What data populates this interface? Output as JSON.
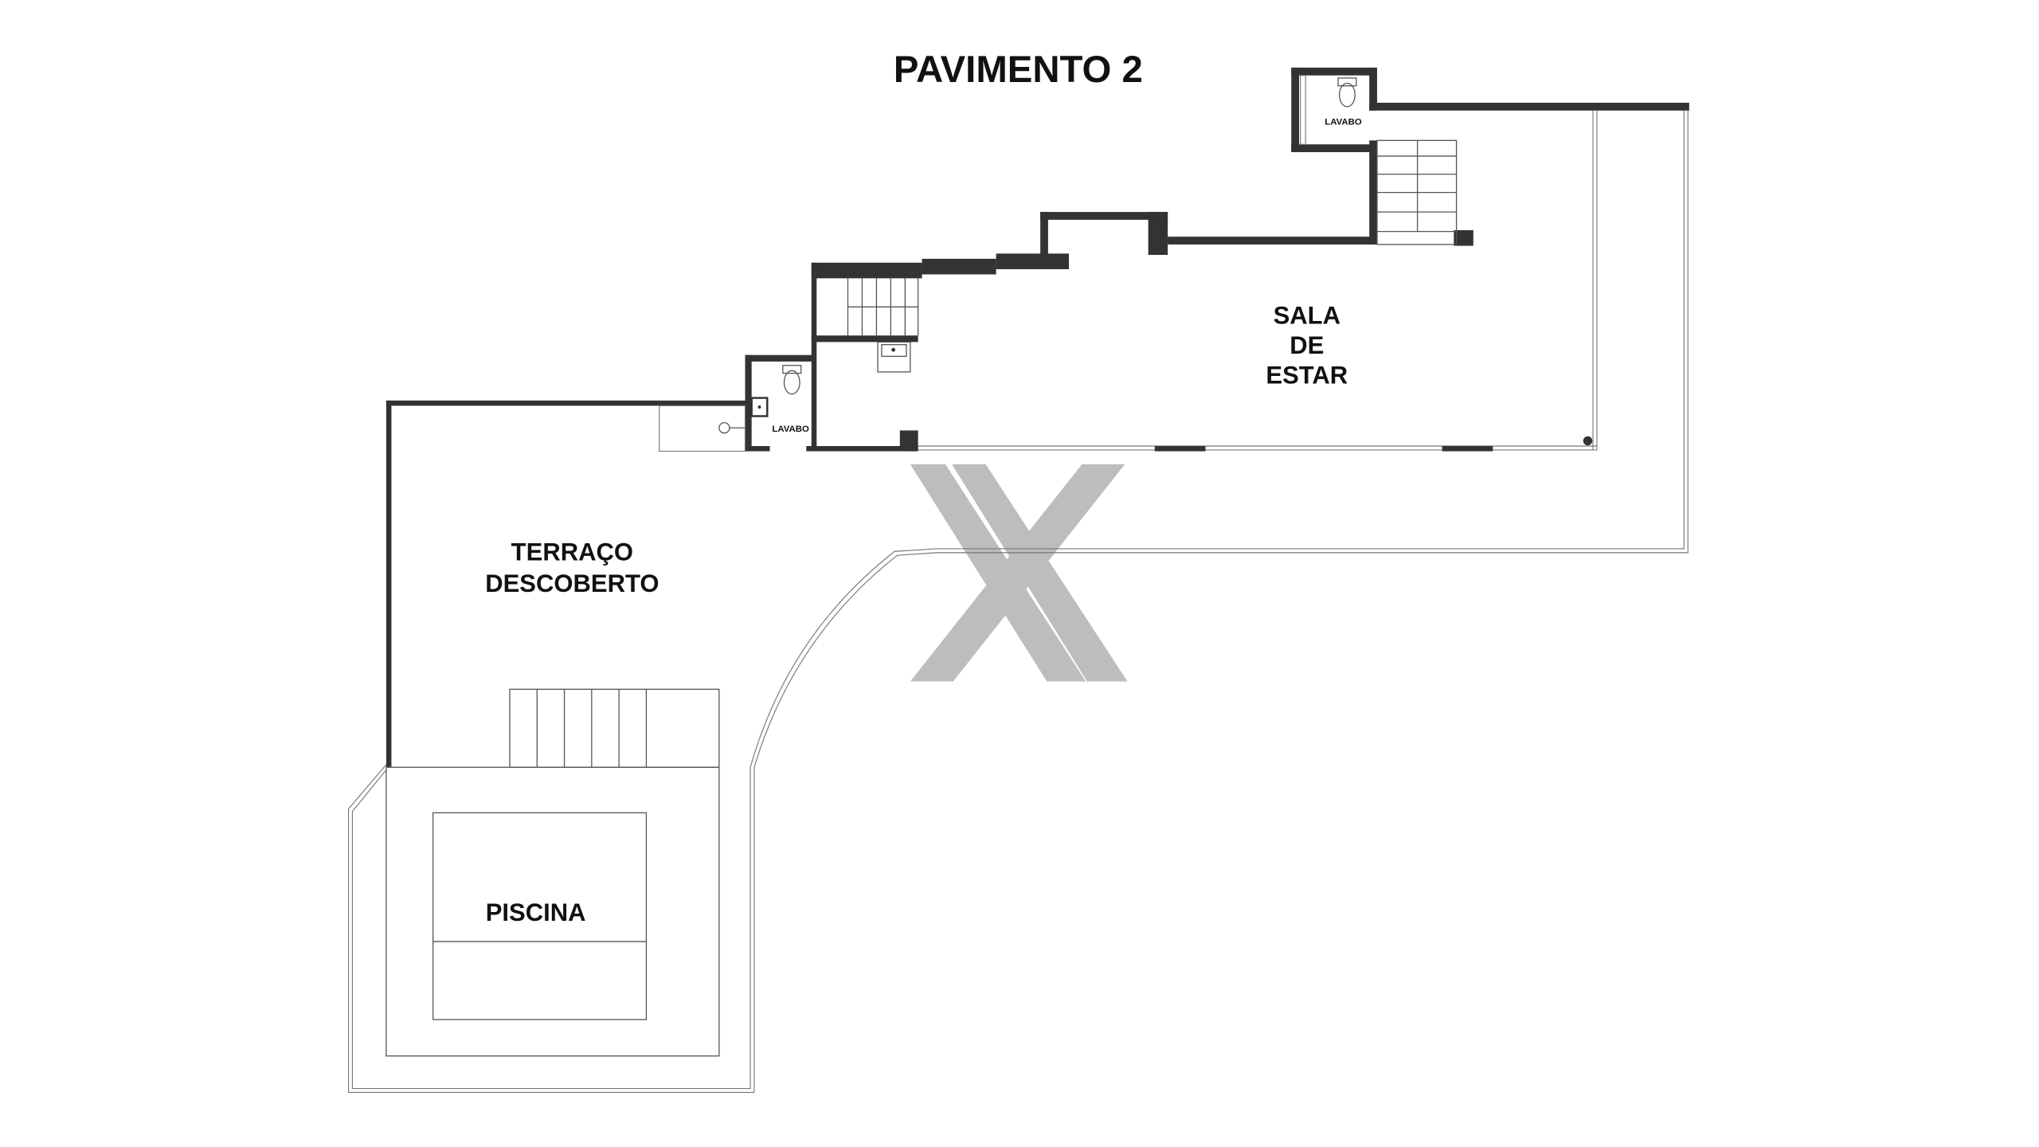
{
  "title": "PAVIMENTO 2",
  "rooms": {
    "lavabo_upper": "LAVABO",
    "lavabo_lower": "LAVABO",
    "sala_line1": "SALA",
    "sala_line2": "DE",
    "sala_line3": "ESTAR",
    "terraco_line1": "TERRAÇO",
    "terraco_line2": "DESCOBERTO",
    "piscina": "PISCINA"
  },
  "colors": {
    "wall": "#333333",
    "watermark": "#bdbdbd"
  }
}
